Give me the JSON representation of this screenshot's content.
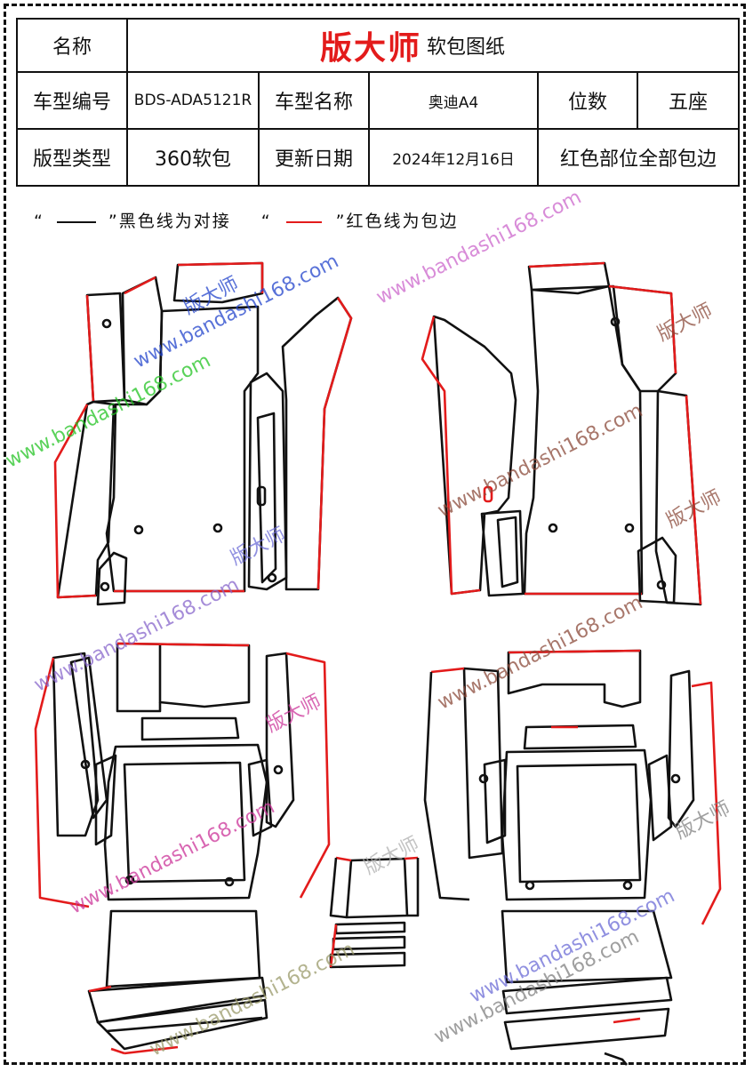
{
  "table": {
    "name_label": "名称",
    "brand": "版大师",
    "subtitle": "软包图纸",
    "model_code_label": "车型编号",
    "model_code": "BDS-ADA5121R",
    "model_name_label": "车型名称",
    "model_name": "奥迪A4",
    "seats_label": "位数",
    "seats": "五座",
    "type_label": "版型类型",
    "type": "360软包",
    "date_label": "更新日期",
    "date": "2024年12月16日",
    "note": "红色部位全部包边"
  },
  "legend": {
    "q_open": "“",
    "q_close": "”",
    "black_text": "黑色线为对接",
    "red_text": "红色线为包边"
  },
  "watermark": {
    "url": "www.bandashi168.com",
    "brand": "版大师"
  },
  "colors": {
    "edge_red": "#e31b1b",
    "join_black": "#111111"
  }
}
